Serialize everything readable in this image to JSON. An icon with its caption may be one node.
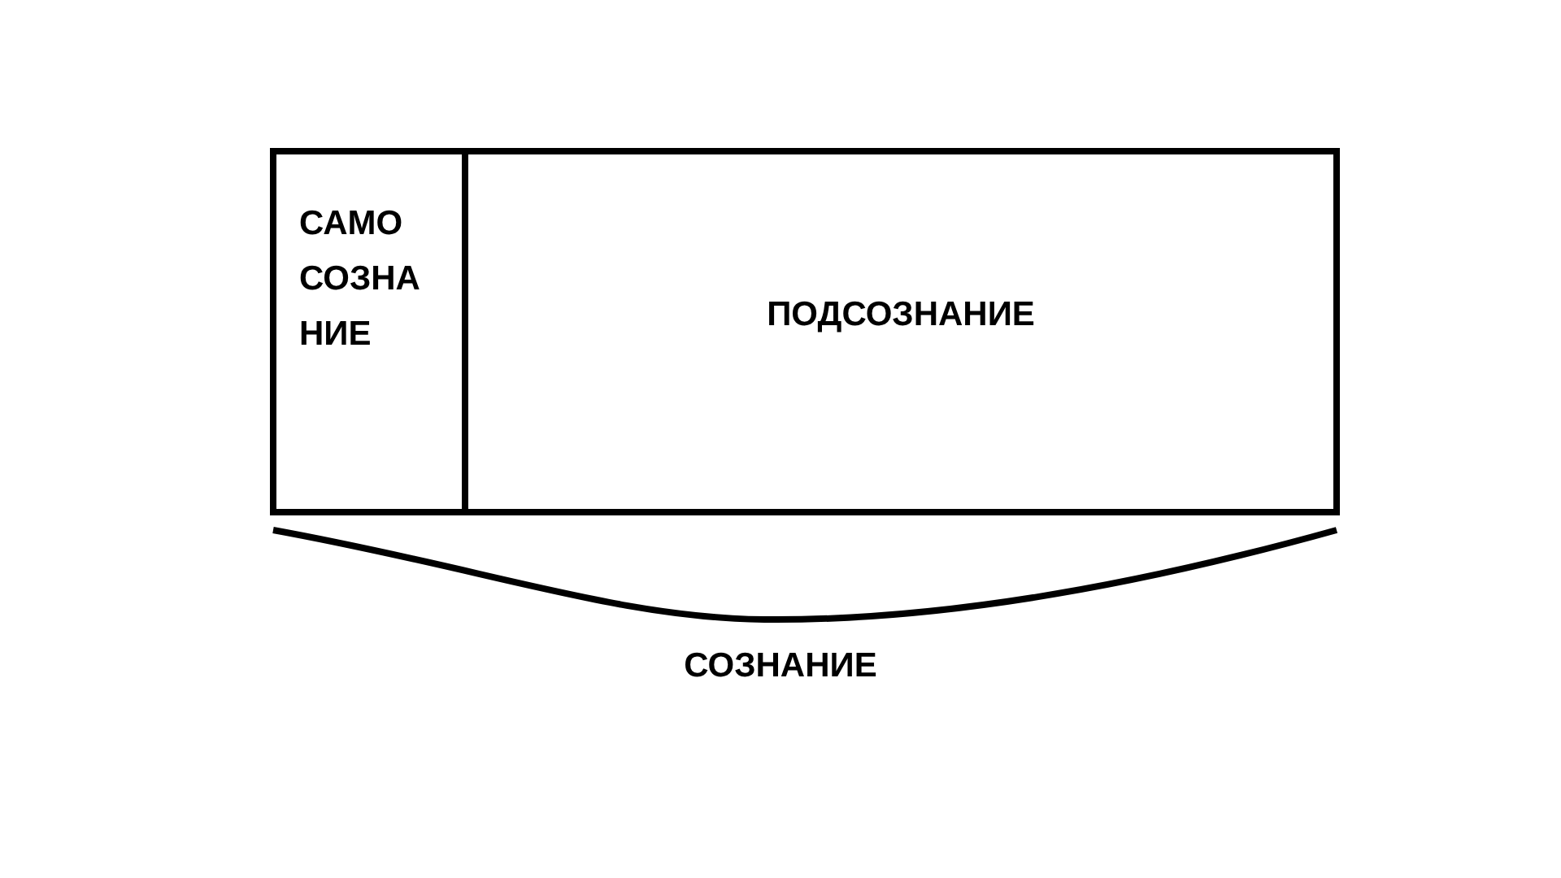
{
  "diagram": {
    "nodes": [
      {
        "text": [
          "САМО СОЗНА НИЕ"
        ]
      },
      {
        "text": [
          "ПОДСОЗНАНИЕ"
        ]
      }
    ],
    "labels": [
      "СОЗНАНИЕ"
    ]
  }
}
